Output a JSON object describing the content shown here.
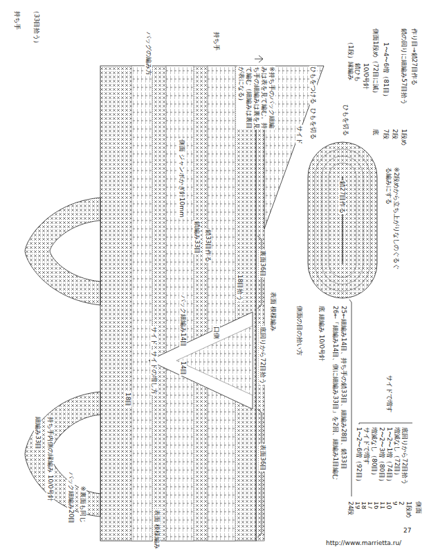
{
  "diagram": {
    "labels": [
      "持ち手",
      "（33目拾う）",
      "バッグの編み方",
      "持ち手",
      "※持ち手のバック細編みは表を見て編む。持ち手の細編みは裏を見て編む（細編みは裏目が表になる）",
      "側面 ジャンボかぎ針10mm",
      "鎖編み33目",
      "鎖33目作る",
      "18目拾う",
      "口側",
      "バック細編み14目",
      "14目",
      "18目",
      "サイド",
      "サイドの増し方",
      "表面 模様編み",
      "裏面36目",
      "底回りから72目拾う",
      "表面36目",
      "表面 模様編み",
      "細編み33目",
      "持ち手内側の縁編み 10/0号針",
      "バック細編み20目",
      "※裏面も同じ",
      "サイド",
      "ひもをつける",
      "ひもを切る",
      "（1段）縁編み",
      "鎖ひも",
      "10/0号針",
      "側面の目の拾い方",
      "底 細編み 10/0号針",
      "ひもを切る",
      "鎖27目作る",
      "側面1段め（72目に減）",
      "底",
      "1〜4〜6増（81目）",
      "7段",
      "2段",
      "鎖の回りに細編み57目拾う",
      "1段め",
      "作り目→鎖27目作る",
      "※2段めから立ち上がりなしのぐるぐる編みにする",
      "26←「細編み14目、側に細編み33目」を2回、細編み1目編む",
      "25←細編み14目、持ち手の鎖33目、細編み28目、鎖33目",
      "1〜2〜6増（92目）",
      "サイドで増す",
      "増減なし（80目）",
      "2〜2〜3増（80目）",
      "サイドで増す",
      "1〜2〜1増（74目）",
      "増減なし（72目）",
      "底回りから72目拾う",
      "24段",
      "19",
      "18",
      "17",
      "16",
      "11",
      "10",
      "9",
      "2",
      "1段め",
      "側面",
      "27",
      "http://www.marrietta.ru/"
    ]
  }
}
